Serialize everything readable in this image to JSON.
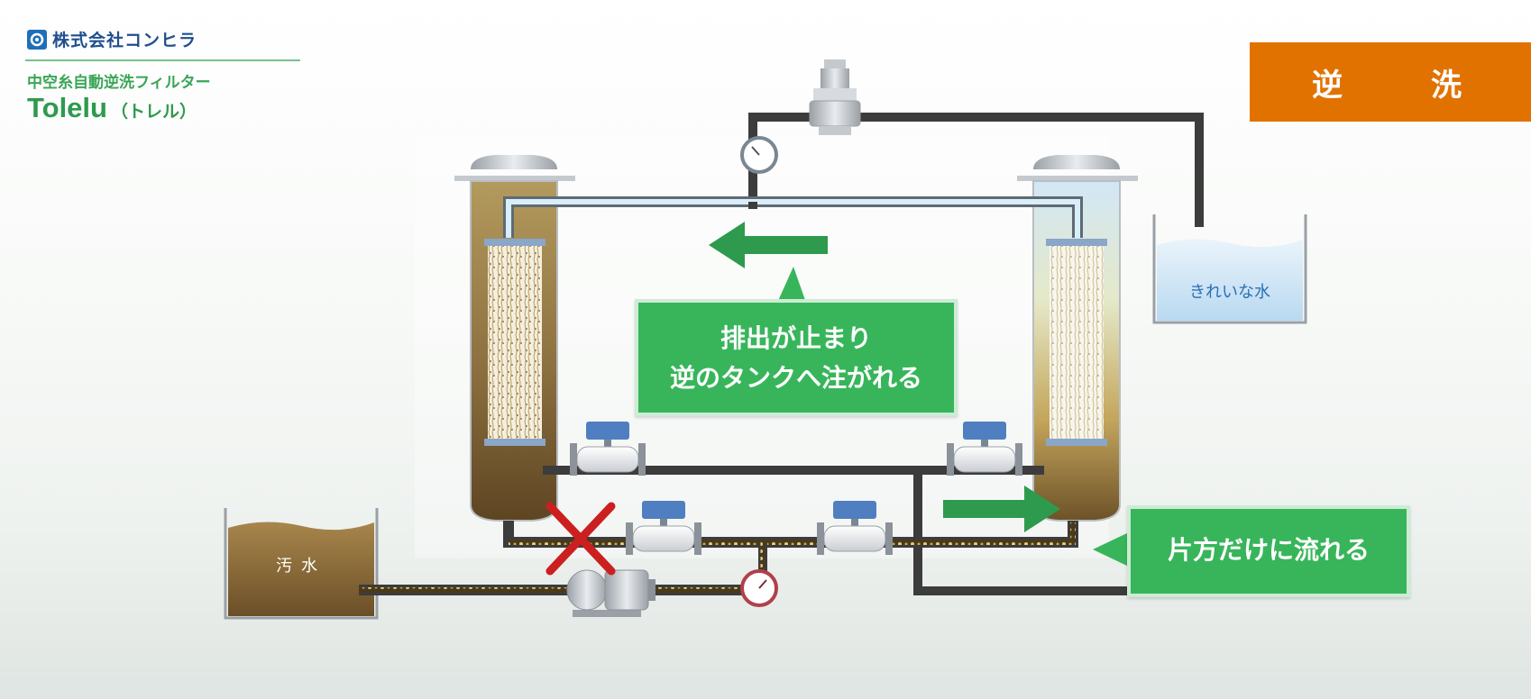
{
  "header": {
    "company": "株式会社コンヒラ",
    "product_jp": "中空糸自動逆洗フィルター",
    "product_en": "Tolelu",
    "product_kana": "（トレル）"
  },
  "mode_badge": "逆　洗",
  "callouts": {
    "main_line1": "排出が止まり",
    "main_line2": "逆のタンクへ注がれる",
    "side": "片方だけに流れる"
  },
  "tanks": {
    "dirty": "汚水",
    "clean": "きれいな水"
  },
  "colors": {
    "accent_orange": "#e27200",
    "callout_green": "#38b55b",
    "arrow_green": "#2e9a4d",
    "pipe_dark": "#3c3c3c",
    "dirty_water": "#8b6b3a",
    "clean_water": "#cfe6f7",
    "stop_mark": "#cc1f1f",
    "valve_blue": "#4f7fc0"
  },
  "icons": [
    "logo-icon",
    "pressure-gauge-icon",
    "pressure-regulator-icon",
    "valve-icon",
    "pump-icon",
    "stop-x-icon",
    "arrow-left-icon",
    "arrow-right-icon"
  ]
}
